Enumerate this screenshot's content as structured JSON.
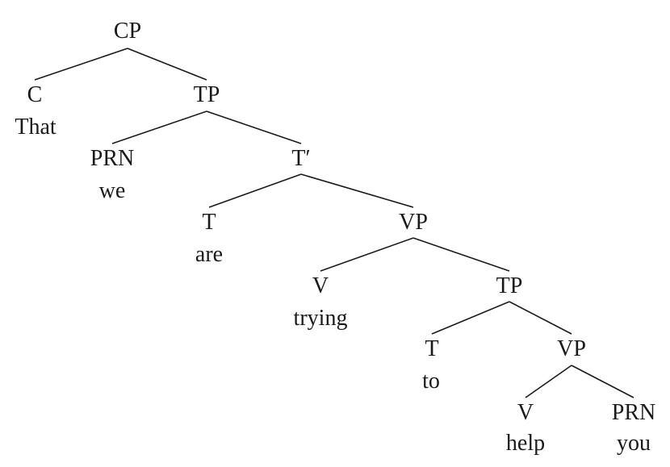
{
  "tree": {
    "nodes": [
      {
        "id": "cp",
        "label": "CP"
      },
      {
        "id": "c",
        "label": "C",
        "word": "That"
      },
      {
        "id": "tp1",
        "label": "TP"
      },
      {
        "id": "prn1",
        "label": "PRN",
        "word": "we"
      },
      {
        "id": "tbar",
        "label": "T′"
      },
      {
        "id": "t1",
        "label": "T",
        "word": "are"
      },
      {
        "id": "vp1",
        "label": "VP"
      },
      {
        "id": "v1",
        "label": "V",
        "word": "trying"
      },
      {
        "id": "tp2",
        "label": "TP"
      },
      {
        "id": "t2",
        "label": "T",
        "word": "to"
      },
      {
        "id": "vp2",
        "label": "VP"
      },
      {
        "id": "v2",
        "label": "V",
        "word": "help"
      },
      {
        "id": "prn2",
        "label": "PRN",
        "word": "you"
      }
    ],
    "edges": [
      [
        "cp",
        "c"
      ],
      [
        "cp",
        "tp1"
      ],
      [
        "tp1",
        "prn1"
      ],
      [
        "tp1",
        "tbar"
      ],
      [
        "tbar",
        "t1"
      ],
      [
        "tbar",
        "vp1"
      ],
      [
        "vp1",
        "v1"
      ],
      [
        "vp1",
        "tp2"
      ],
      [
        "tp2",
        "t2"
      ],
      [
        "tp2",
        "vp2"
      ],
      [
        "vp2",
        "v2"
      ],
      [
        "vp2",
        "prn2"
      ]
    ]
  }
}
